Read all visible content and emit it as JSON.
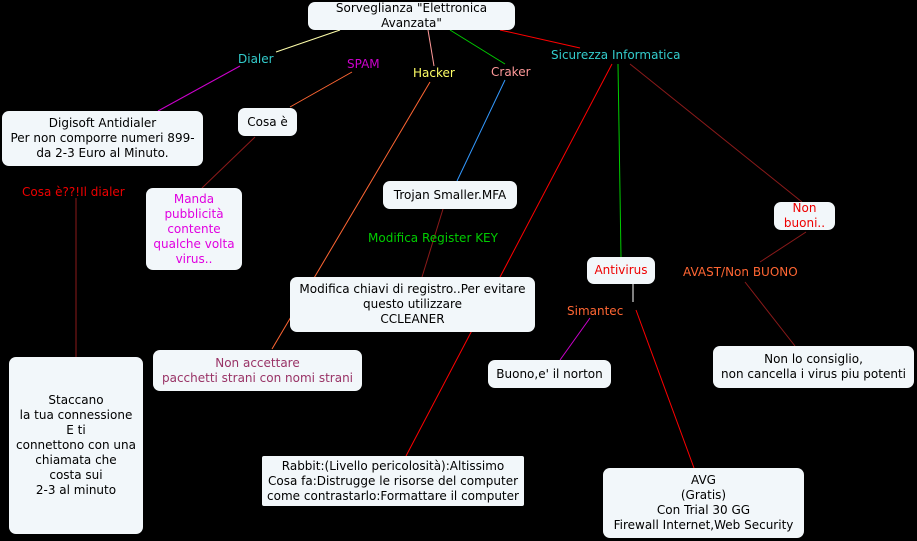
{
  "colors": {
    "background": "#000000",
    "node_fill": "#f2f7fa",
    "cyan": "#33cccc",
    "magenta": "#cc00cc",
    "yellow": "#ffff66",
    "pink": "#ff9999",
    "red": "#ff0000",
    "green": "#00cc00",
    "orange": "#ff6633",
    "brown": "#8b1a1a",
    "blue": "#3399ff"
  },
  "nodes": {
    "root": "Sorveglianza \"Elettronica Avanzata\"",
    "digisoft": "Digisoft Antidialer\nPer non comporre numeri 899-\nda 2-3 Euro al Minuto.",
    "cosa_e": "Cosa è",
    "manda": "Manda\npubblicità\ncontente\nqualche volta\nvirus..",
    "staccano": "Staccano\nla tua connessione\nE ti\nconnettono con una\nchiamata che\ncosta sui\n2-3 al minuto",
    "non_accettare": "Non accettare\npacchetti strani con nomi strani",
    "trojan": "Trojan Smaller.MFA",
    "modifica_chiavi": "Modifica chiavi di registro..Per evitare\nquesto utilizzare\nCCLEANER",
    "rabbit": "Rabbit:(Livello pericolosità):Altissimo\nCosa fa:Distrugge le risorse del computer\ncome contrastarlo:Formattare il computer",
    "antivirus": "Antivirus",
    "non_buoni": "Non buoni..",
    "buono_norton": "Buono,e' il norton",
    "non_consiglio": "Non lo consiglio,\nnon cancella i virus piu potenti",
    "avg": "AVG\n(Gratis)\nCon Trial 30 GG\nFirewall Internet,Web Security"
  },
  "labels": {
    "dialer": "Dialer",
    "spam": "SPAM",
    "hacker": "Hacker",
    "craker": "Craker",
    "sicurezza": "Sicurezza Informatica",
    "cosa_dialer": "Cosa è??!Il dialer",
    "modifica_register": "Modifica Register KEY",
    "simantec": "Simantec",
    "avast": "AVAST/Non BUONO"
  }
}
